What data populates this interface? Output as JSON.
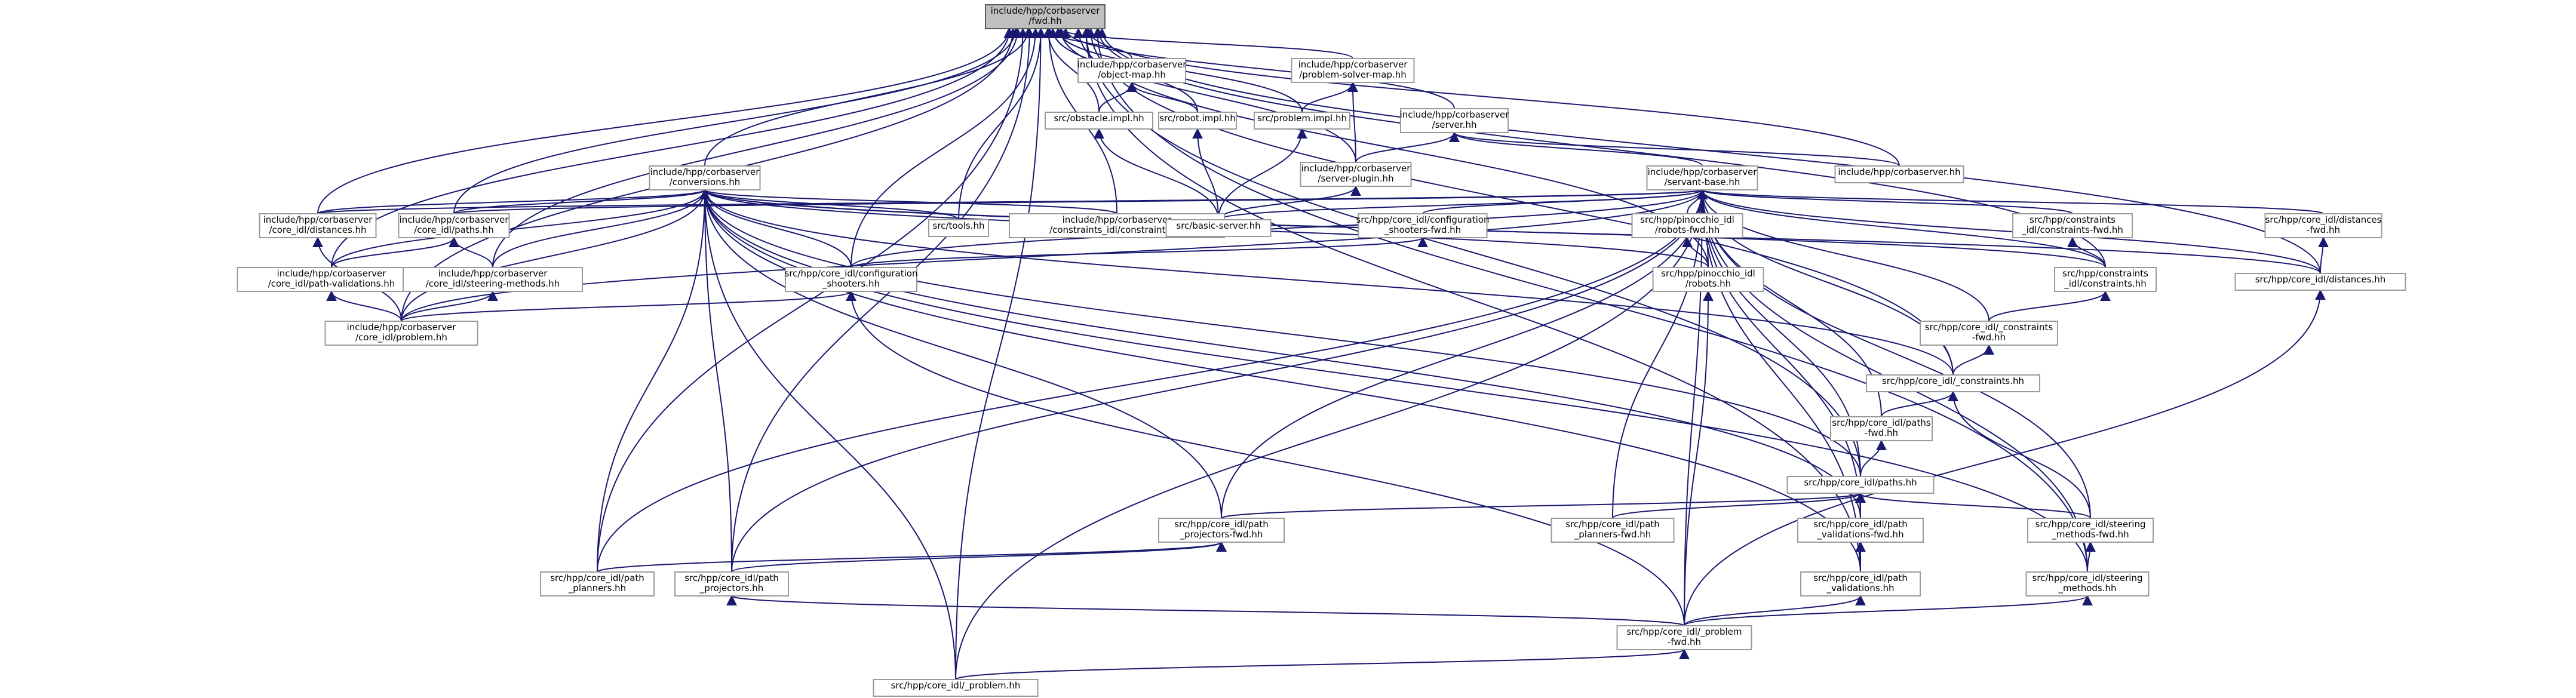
{
  "diagram": {
    "nodes": [
      {
        "id": "fwd",
        "lines": [
          "include/hpp/corbaserver",
          "/fwd.hh"
        ],
        "root": true
      },
      {
        "id": "object_map",
        "lines": [
          "include/hpp/corbaserver",
          "/object-map.hh"
        ]
      },
      {
        "id": "problem_solver_map",
        "lines": [
          "include/hpp/corbaserver",
          "/problem-solver-map.hh"
        ]
      },
      {
        "id": "obstacle_impl",
        "lines": [
          "src/obstacle.impl.hh"
        ]
      },
      {
        "id": "robot_impl",
        "lines": [
          "src/robot.impl.hh"
        ]
      },
      {
        "id": "problem_impl",
        "lines": [
          "src/problem.impl.hh"
        ]
      },
      {
        "id": "server",
        "lines": [
          "include/hpp/corbaserver",
          "/server.hh"
        ]
      },
      {
        "id": "conversions",
        "lines": [
          "include/hpp/corbaserver",
          "/conversions.hh"
        ]
      },
      {
        "id": "server_plugin",
        "lines": [
          "include/hpp/corbaserver",
          "/server-plugin.hh"
        ]
      },
      {
        "id": "servant_base",
        "lines": [
          "include/hpp/corbaserver",
          "/servant-base.hh"
        ]
      },
      {
        "id": "corbaserver_hh",
        "lines": [
          "include/hpp/corbaserver.hh"
        ]
      },
      {
        "id": "core_idl_distances",
        "lines": [
          "include/hpp/corbaserver",
          "/core_idl/distances.hh"
        ]
      },
      {
        "id": "core_idl_paths",
        "lines": [
          "include/hpp/corbaserver",
          "/core_idl/paths.hh"
        ]
      },
      {
        "id": "tools",
        "lines": [
          "src/tools.hh"
        ]
      },
      {
        "id": "constraints_idl",
        "lines": [
          "include/hpp/corbaserver",
          "/constraints_idl/constraints.hh"
        ]
      },
      {
        "id": "basic_server",
        "lines": [
          "src/basic-server.hh"
        ]
      },
      {
        "id": "conf_shooters_fwd",
        "lines": [
          "src/hpp/core_idl/configuration",
          "_shooters-fwd.hh"
        ]
      },
      {
        "id": "pinocchio_robots_fwd",
        "lines": [
          "src/hpp/pinocchio_idl",
          "/robots-fwd.hh"
        ]
      },
      {
        "id": "constraints_fwd",
        "lines": [
          "src/hpp/constraints",
          "_idl/constraints-fwd.hh"
        ]
      },
      {
        "id": "distances_fwd",
        "lines": [
          "src/hpp/core_idl/distances",
          "-fwd.hh"
        ]
      },
      {
        "id": "path_validations_inc",
        "lines": [
          "include/hpp/corbaserver",
          "/core_idl/path-validations.hh"
        ]
      },
      {
        "id": "steering_methods_inc",
        "lines": [
          "include/hpp/corbaserver",
          "/core_idl/steering-methods.hh"
        ]
      },
      {
        "id": "conf_shooters",
        "lines": [
          "src/hpp/core_idl/configuration",
          "_shooters.hh"
        ]
      },
      {
        "id": "pinocchio_robots",
        "lines": [
          "src/hpp/pinocchio_idl",
          "/robots.hh"
        ]
      },
      {
        "id": "constraints_src",
        "lines": [
          "src/hpp/constraints",
          "_idl/constraints.hh"
        ]
      },
      {
        "id": "distances_src",
        "lines": [
          "src/hpp/core_idl/distances.hh"
        ]
      },
      {
        "id": "problem_inc",
        "lines": [
          "include/hpp/corbaserver",
          "/core_idl/problem.hh"
        ]
      },
      {
        "id": "core_constraints_fwd",
        "lines": [
          "src/hpp/core_idl/_constraints",
          "-fwd.hh"
        ]
      },
      {
        "id": "core_constraints",
        "lines": [
          "src/hpp/core_idl/_constraints.hh"
        ]
      },
      {
        "id": "paths_fwd",
        "lines": [
          "src/hpp/core_idl/paths",
          "-fwd.hh"
        ]
      },
      {
        "id": "paths_src",
        "lines": [
          "src/hpp/core_idl/paths.hh"
        ]
      },
      {
        "id": "path_projectors_fwd",
        "lines": [
          "src/hpp/core_idl/path",
          "_projectors-fwd.hh"
        ]
      },
      {
        "id": "path_planners_fwd",
        "lines": [
          "src/hpp/core_idl/path",
          "_planners-fwd.hh"
        ]
      },
      {
        "id": "path_validations_fwd",
        "lines": [
          "src/hpp/core_idl/path",
          "_validations-fwd.hh"
        ]
      },
      {
        "id": "steering_methods_fwd",
        "lines": [
          "src/hpp/core_idl/steering",
          "_methods-fwd.hh"
        ]
      },
      {
        "id": "path_planners",
        "lines": [
          "src/hpp/core_idl/path",
          "_planners.hh"
        ]
      },
      {
        "id": "path_projectors",
        "lines": [
          "src/hpp/core_idl/path",
          "_projectors.hh"
        ]
      },
      {
        "id": "path_validations",
        "lines": [
          "src/hpp/core_idl/path",
          "_validations.hh"
        ]
      },
      {
        "id": "steering_methods",
        "lines": [
          "src/hpp/core_idl/steering",
          "_methods.hh"
        ]
      },
      {
        "id": "problem_fwd",
        "lines": [
          "src/hpp/core_idl/_problem",
          "-fwd.hh"
        ]
      },
      {
        "id": "problem_src",
        "lines": [
          "src/hpp/core_idl/_problem.hh"
        ]
      }
    ],
    "edges": [
      [
        "object_map",
        "fwd"
      ],
      [
        "problem_solver_map",
        "fwd"
      ],
      [
        "obstacle_impl",
        "fwd"
      ],
      [
        "robot_impl",
        "fwd"
      ],
      [
        "problem_impl",
        "fwd"
      ],
      [
        "server",
        "fwd"
      ],
      [
        "conversions",
        "fwd"
      ],
      [
        "server_plugin",
        "fwd"
      ],
      [
        "corbaserver_hh",
        "fwd"
      ],
      [
        "core_idl_distances",
        "fwd"
      ],
      [
        "core_idl_paths",
        "fwd"
      ],
      [
        "tools",
        "fwd"
      ],
      [
        "constraints_idl",
        "fwd"
      ],
      [
        "path_validations_inc",
        "fwd"
      ],
      [
        "steering_methods_inc",
        "fwd"
      ],
      [
        "conf_shooters",
        "fwd"
      ],
      [
        "pinocchio_robots",
        "fwd"
      ],
      [
        "constraints_src",
        "fwd"
      ],
      [
        "distances_src",
        "fwd"
      ],
      [
        "problem_inc",
        "fwd"
      ],
      [
        "core_constraints",
        "fwd"
      ],
      [
        "paths_src",
        "fwd"
      ],
      [
        "path_planners",
        "fwd"
      ],
      [
        "path_projectors",
        "fwd"
      ],
      [
        "path_validations",
        "fwd"
      ],
      [
        "steering_methods",
        "fwd"
      ],
      [
        "problem_src",
        "fwd"
      ],
      [
        "obstacle_impl",
        "object_map"
      ],
      [
        "robot_impl",
        "object_map"
      ],
      [
        "problem_impl",
        "problem_solver_map"
      ],
      [
        "server_plugin",
        "problem_solver_map"
      ],
      [
        "basic_server",
        "obstacle_impl"
      ],
      [
        "basic_server",
        "robot_impl"
      ],
      [
        "basic_server",
        "problem_impl"
      ],
      [
        "server_plugin",
        "server"
      ],
      [
        "servant_base",
        "server"
      ],
      [
        "corbaserver_hh",
        "server"
      ],
      [
        "basic_server",
        "server_plugin"
      ],
      [
        "core_idl_distances",
        "conversions"
      ],
      [
        "core_idl_paths",
        "conversions"
      ],
      [
        "tools",
        "conversions"
      ],
      [
        "constraints_idl",
        "conversions"
      ],
      [
        "path_validations_inc",
        "conversions"
      ],
      [
        "steering_methods_inc",
        "conversions"
      ],
      [
        "conf_shooters",
        "conversions"
      ],
      [
        "pinocchio_robots",
        "conversions"
      ],
      [
        "constraints_src",
        "conversions"
      ],
      [
        "distances_src",
        "conversions"
      ],
      [
        "problem_inc",
        "conversions"
      ],
      [
        "core_constraints",
        "conversions"
      ],
      [
        "paths_src",
        "conversions"
      ],
      [
        "path_planners",
        "conversions"
      ],
      [
        "path_projectors",
        "conversions"
      ],
      [
        "path_validations",
        "conversions"
      ],
      [
        "steering_methods",
        "conversions"
      ],
      [
        "problem_src",
        "conversions"
      ],
      [
        "path_projectors_fwd",
        "conversions"
      ],
      [
        "path_validations_fwd",
        "conversions"
      ],
      [
        "core_idl_distances",
        "servant_base"
      ],
      [
        "core_idl_paths",
        "servant_base"
      ],
      [
        "basic_server",
        "servant_base"
      ],
      [
        "conf_shooters_fwd",
        "servant_base"
      ],
      [
        "pinocchio_robots_fwd",
        "servant_base"
      ],
      [
        "constraints_fwd",
        "servant_base"
      ],
      [
        "distances_fwd",
        "servant_base"
      ],
      [
        "conf_shooters",
        "servant_base"
      ],
      [
        "pinocchio_robots",
        "servant_base"
      ],
      [
        "constraints_src",
        "servant_base"
      ],
      [
        "distances_src",
        "servant_base"
      ],
      [
        "problem_inc",
        "servant_base"
      ],
      [
        "core_constraints_fwd",
        "servant_base"
      ],
      [
        "core_constraints",
        "servant_base"
      ],
      [
        "paths_fwd",
        "servant_base"
      ],
      [
        "paths_src",
        "servant_base"
      ],
      [
        "path_projectors_fwd",
        "servant_base"
      ],
      [
        "path_planners_fwd",
        "servant_base"
      ],
      [
        "path_validations_fwd",
        "servant_base"
      ],
      [
        "steering_methods_fwd",
        "servant_base"
      ],
      [
        "path_planners",
        "servant_base"
      ],
      [
        "path_projectors",
        "servant_base"
      ],
      [
        "path_validations",
        "servant_base"
      ],
      [
        "steering_methods",
        "servant_base"
      ],
      [
        "problem_fwd",
        "servant_base"
      ],
      [
        "problem_src",
        "servant_base"
      ],
      [
        "problem_inc",
        "core_idl_distances"
      ],
      [
        "path_validations_inc",
        "core_idl_paths"
      ],
      [
        "steering_methods_inc",
        "core_idl_paths"
      ],
      [
        "problem_inc",
        "path_validations_inc"
      ],
      [
        "problem_inc",
        "steering_methods_inc"
      ],
      [
        "conf_shooters",
        "conf_shooters_fwd"
      ],
      [
        "pinocchio_robots",
        "pinocchio_robots_fwd"
      ],
      [
        "constraints_src",
        "constraints_fwd"
      ],
      [
        "distances_src",
        "distances_fwd"
      ],
      [
        "core_constraints_fwd",
        "constraints_src"
      ],
      [
        "core_constraints",
        "core_constraints_fwd"
      ],
      [
        "paths_fwd",
        "core_constraints"
      ],
      [
        "steering_methods_fwd",
        "core_constraints"
      ],
      [
        "paths_src",
        "paths_fwd"
      ],
      [
        "path_projectors_fwd",
        "paths_src"
      ],
      [
        "path_planners_fwd",
        "paths_src"
      ],
      [
        "path_validations_fwd",
        "paths_src"
      ],
      [
        "steering_methods_fwd",
        "paths_src"
      ],
      [
        "path_projectors",
        "path_projectors_fwd"
      ],
      [
        "path_planners",
        "path_projectors_fwd"
      ],
      [
        "path_validations",
        "path_validations_fwd"
      ],
      [
        "steering_methods",
        "steering_methods_fwd"
      ],
      [
        "problem_fwd",
        "path_projectors"
      ],
      [
        "problem_fwd",
        "path_validations"
      ],
      [
        "problem_fwd",
        "steering_methods"
      ],
      [
        "problem_fwd",
        "pinocchio_robots"
      ],
      [
        "problem_fwd",
        "conf_shooters"
      ],
      [
        "problem_fwd",
        "distances_src"
      ],
      [
        "problem_src",
        "problem_fwd"
      ],
      [
        "problem_inc",
        "conf_shooters"
      ]
    ]
  }
}
